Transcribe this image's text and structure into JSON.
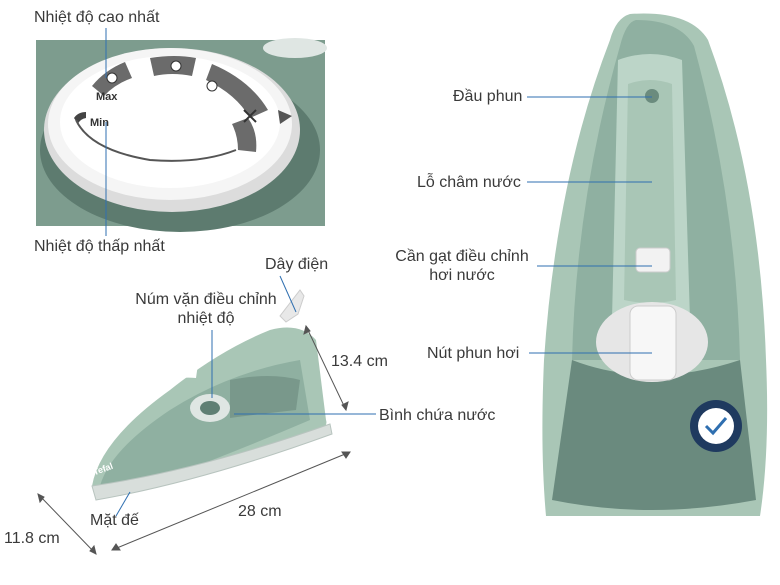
{
  "dial_labels": {
    "max_mark": "Max",
    "min_mark": "Min",
    "highest_temp": "Nhiệt độ cao nhất",
    "lowest_temp": "Nhiệt độ thấp nhất"
  },
  "side_labels": {
    "power_cord": "Dây điện",
    "temp_knob_line1": "Núm vặn điều chỉnh",
    "temp_knob_line2": "nhiệt độ",
    "water_tank": "Bình chứa nước",
    "soleplate": "Mặt đế",
    "brand": "Tefal"
  },
  "dimensions": {
    "height": "13.4 cm",
    "length": "28 cm",
    "width": "11.8 cm"
  },
  "top_labels": {
    "spray_nozzle": "Đầu phun",
    "water_inlet": "Lỗ châm nước",
    "steam_lever_line1": "Cần gạt điều chỉnh",
    "steam_lever_line2": "hơi nước",
    "steam_button": "Nút phun hơi"
  },
  "colors": {
    "iron_body": "#a9c6b6",
    "iron_dark": "#5f7f74",
    "leader_line": "#2f6fb0",
    "text": "#3a3a3a"
  }
}
